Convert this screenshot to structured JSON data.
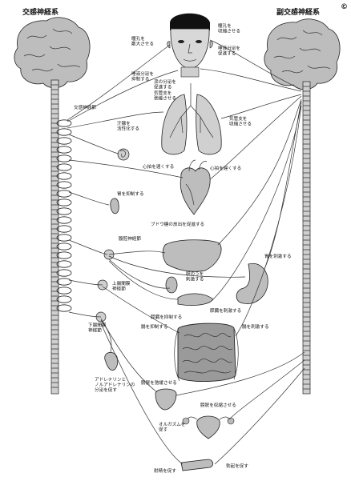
{
  "headers": {
    "sympathetic": "交感神経系",
    "parasympathetic": "副交感神経系",
    "corner_mark": "©"
  },
  "labels": {
    "eye_left": "瞳孔を\n散大させる",
    "eye_right": "瞳孔を\n収縮させる",
    "saliva_inhibit": "唾液分泌を\n抑制する",
    "saliva_stimulate": "唾液分泌を\n促進する",
    "tear_stimulate": "涙の分泌を\n促進する",
    "airway_relax": "気管支を\n弛緩させる",
    "airway_constrict": "気管支を\n収縮させる",
    "sympathetic_ganglion": "交感神経節",
    "sweat_increase": "汗腺を\n活性化する",
    "heart_faster": "心拍を速くする",
    "heart_slower": "心拍を遅くする",
    "stomach_inhibit": "胃を抑制する",
    "glucose_release": "ブドウ糖の放出を促進する",
    "celiac_ganglion": "腹腔神経節",
    "gallbladder": "胆のうを\n刺激する",
    "stomach_stimulate": "胃を刺激する",
    "pancreas_inhibit": "膵臓を抑制する",
    "pancreas_stimulate": "膵臓を刺激する",
    "intestine_inhibit": "腸を抑制する",
    "intestine_stimulate": "腸を刺激する",
    "upper_mesenteric": "上腸間膜\n神経節",
    "lower_mesenteric": "下腸間膜\n神経節",
    "adrenal": "アドレナリンと\nノルアドレナリンの\n分泌を促す",
    "bladder_relax": "膀胱を弛緩させる",
    "bladder_contract": "膀胱を収縮させる",
    "orgasm": "オルガズムを\n促す",
    "erection": "勃起を促す",
    "ejaculation": "射精を促す"
  }
}
